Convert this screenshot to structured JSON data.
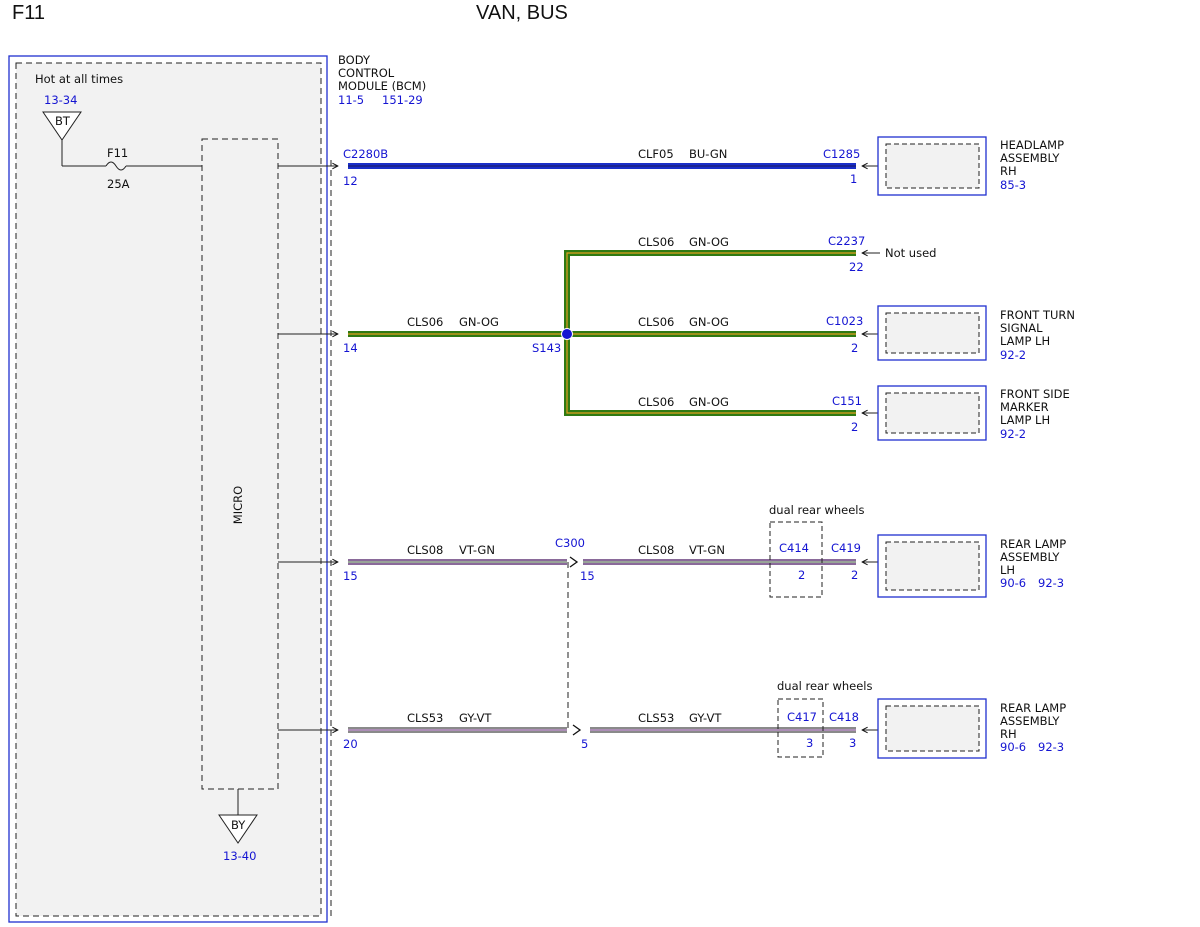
{
  "header": {
    "circuit_id": "F11",
    "title": "VAN, BUS"
  },
  "module": {
    "name_lines": [
      "BODY",
      "CONTROL",
      "MODULE (BCM)"
    ],
    "refs": [
      "11-5",
      "151-29"
    ],
    "hot_label": "Hot at all times",
    "power_ref": "13-34",
    "power_symbol": "BT",
    "fuse_name": "F11",
    "fuse_rating": "25A",
    "micro_label": "MICRO",
    "ground_symbol": "BY",
    "ground_ref": "13-40"
  },
  "wires": [
    {
      "circuit": "CLF05",
      "color_code": "BU-GN",
      "bcm_connector": "C2280B",
      "bcm_pin": "12",
      "far_connector": "C1285",
      "far_pin": "1"
    },
    {
      "circuit": "CLS06",
      "color_code": "GN-OG",
      "bcm_pin": "14",
      "splice": "S143"
    },
    {
      "circuit": "CLS06",
      "color_code": "GN-OG",
      "far_connector": "C2237",
      "far_pin": "22",
      "note": "Not used"
    },
    {
      "circuit": "CLS06",
      "color_code": "GN-OG",
      "far_connector": "C1023",
      "far_pin": "2"
    },
    {
      "circuit": "CLS06",
      "color_code": "GN-OG",
      "far_connector": "C151",
      "far_pin": "2"
    },
    {
      "circuit": "CLS08",
      "color_code": "VT-GN",
      "bcm_pin": "15",
      "inline_connector": "C300",
      "inline_pin": "15",
      "circuit2": "CLS08",
      "color_code2": "VT-GN",
      "option_label": "dual rear wheels",
      "option_connector": "C414",
      "option_pin": "2",
      "far_connector": "C419",
      "far_pin": "2"
    },
    {
      "circuit": "CLS53",
      "color_code": "GY-VT",
      "bcm_pin": "20",
      "inline_pin": "5",
      "circuit2": "CLS53",
      "color_code2": "GY-VT",
      "option_label": "dual rear wheels",
      "option_connector": "C417",
      "option_pin": "3",
      "far_connector": "C418",
      "far_pin": "3"
    }
  ],
  "components": [
    {
      "name_lines": [
        "HEADLAMP",
        "ASSEMBLY",
        "RH"
      ],
      "refs": [
        "85-3"
      ]
    },
    {
      "name_lines": [
        "FRONT TURN",
        "SIGNAL",
        "LAMP LH"
      ],
      "refs": [
        "92-2"
      ]
    },
    {
      "name_lines": [
        "FRONT SIDE",
        "MARKER",
        "LAMP LH"
      ],
      "refs": [
        "92-2"
      ]
    },
    {
      "name_lines": [
        "REAR LAMP",
        "ASSEMBLY",
        "LH"
      ],
      "refs": [
        "90-6",
        "92-3"
      ]
    },
    {
      "name_lines": [
        "REAR LAMP",
        "ASSEMBLY",
        "RH"
      ],
      "refs": [
        "90-6",
        "92-3"
      ]
    }
  ],
  "colors": {
    "blue_wire": "#1a2fc8",
    "green_wire": "#2f7a12",
    "green_stripe": "#e0a020",
    "violet_wire": "#8a6a9a",
    "violet_stripe": "#a0c898",
    "gray_wire": "#8a8a8a",
    "gray_stripe": "#c090d0",
    "ref_text": "#1414d2",
    "box_border": "#2030d0"
  }
}
